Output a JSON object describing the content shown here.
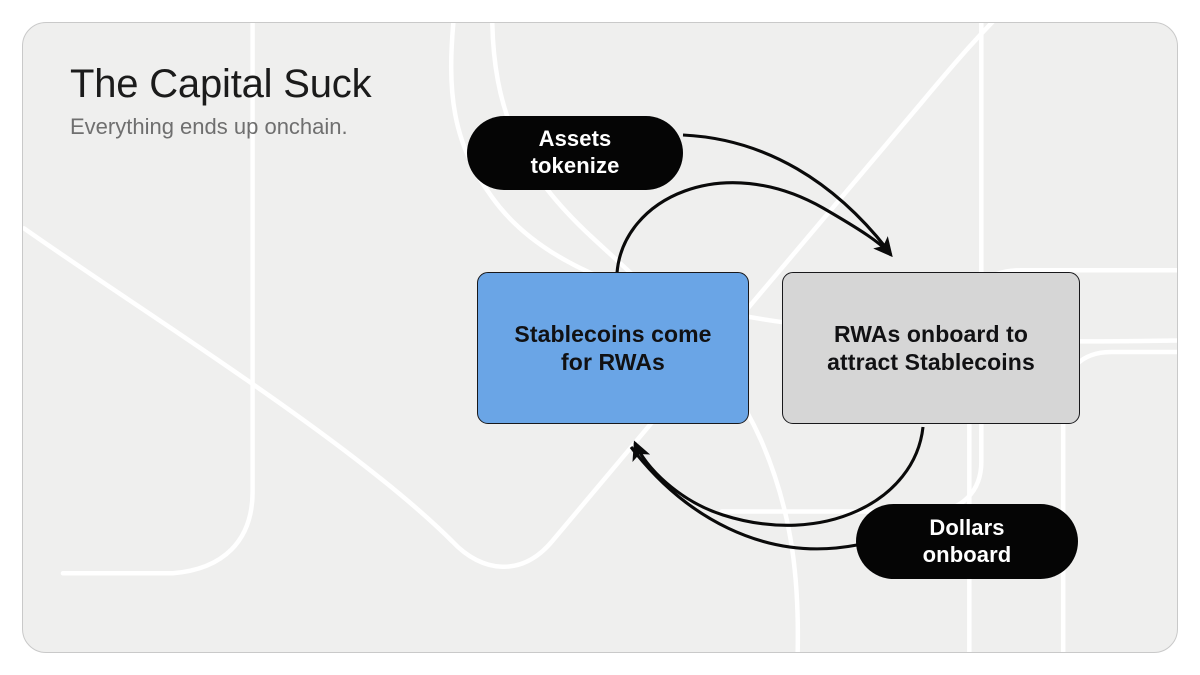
{
  "card": {
    "background_color": "#efefee",
    "border_color": "#c9c9c9"
  },
  "heading": {
    "title": "The Capital Suck",
    "subtitle": "Everything ends up onchain.",
    "title_color": "#1b1b1b",
    "subtitle_color": "#6f6f6f"
  },
  "diagram": {
    "type": "cycle-diagram",
    "nodes": [
      {
        "id": "assets-tokenize",
        "label": "Assets\ntokenize",
        "shape": "pill",
        "fill": "#050505",
        "text_color": "#ffffff"
      },
      {
        "id": "stablecoins-come-for-rwas",
        "label": "Stablecoins come\nfor RWAs",
        "shape": "rounded-rect",
        "fill": "#6aa5e6",
        "text_color": "#111113"
      },
      {
        "id": "rwas-onboard-to-attract-stablecoins",
        "label": "RWAs onboard to\nattract Stablecoins",
        "shape": "rounded-rect",
        "fill": "#d6d6d6",
        "text_color": "#111113"
      },
      {
        "id": "dollars-onboard",
        "label": "Dollars\nonboard",
        "shape": "pill",
        "fill": "#050505",
        "text_color": "#ffffff"
      }
    ],
    "edges": [
      {
        "id": "stablecoins-to-rwas",
        "from": "stablecoins-come-for-rwas",
        "to": "rwas-onboard-to-attract-stablecoins",
        "arrowhead": "to",
        "color": "#0a0a0a"
      },
      {
        "id": "assets-tokenize-to-rwas",
        "from": "assets-tokenize",
        "to": "rwas-onboard-to-attract-stablecoins",
        "arrowhead": "to",
        "color": "#0a0a0a"
      },
      {
        "id": "rwas-to-stablecoins",
        "from": "rwas-onboard-to-attract-stablecoins",
        "to": "stablecoins-come-for-rwas",
        "arrowhead": "to",
        "color": "#0a0a0a"
      },
      {
        "id": "dollars-onboard-to-stablecoins",
        "from": "dollars-onboard",
        "to": "stablecoins-come-for-rwas",
        "arrowhead": "to",
        "color": "#0a0a0a"
      }
    ]
  }
}
